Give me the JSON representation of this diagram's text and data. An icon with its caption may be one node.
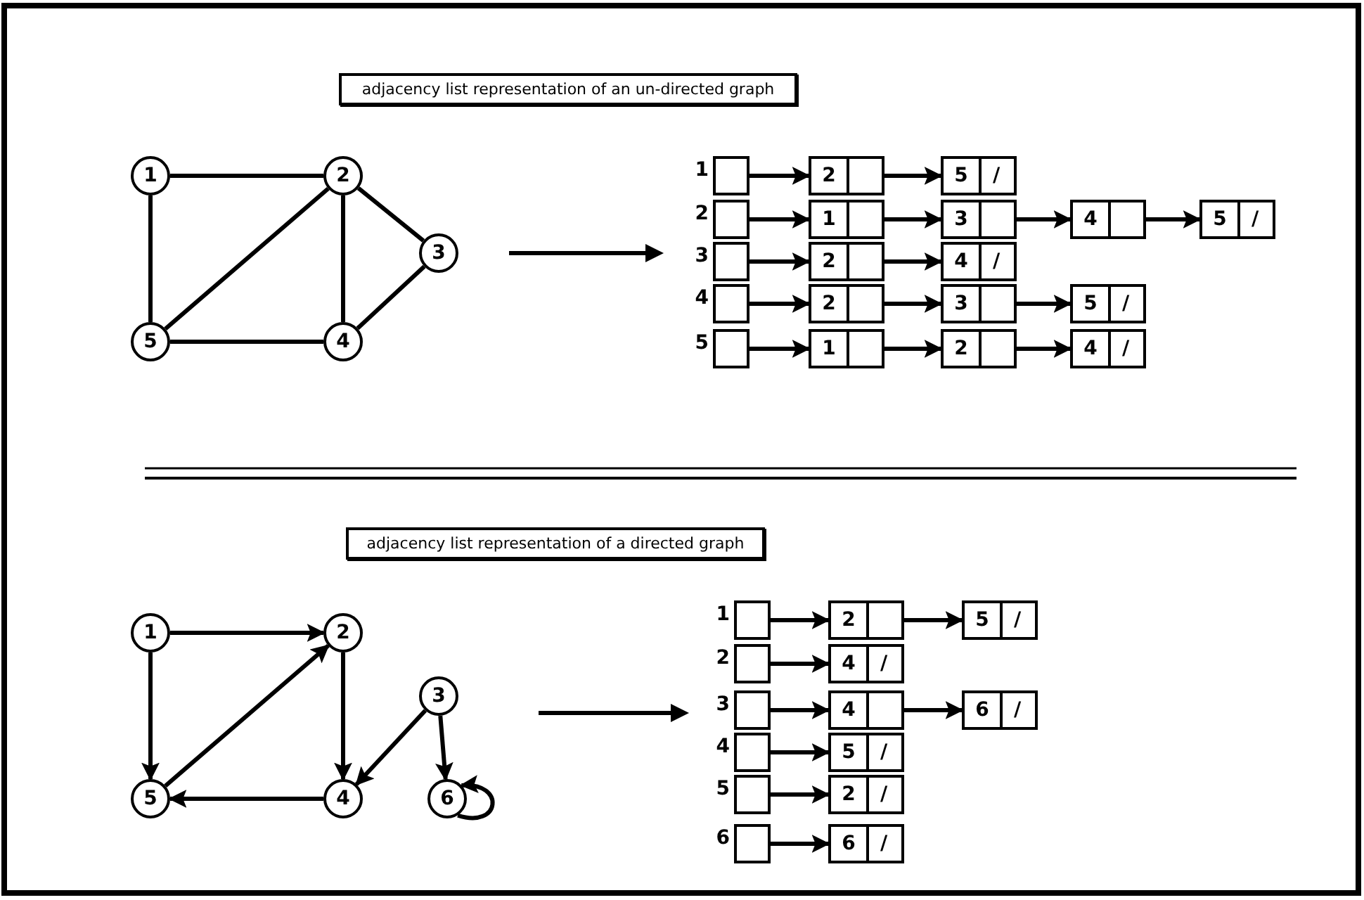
{
  "diagram": {
    "nodes": [
      {
        "text": [
          "adjacency list representation of an un-directed graph"
        ]
      },
      {
        "text": [
          "1"
        ]
      },
      {
        "text": [
          "2"
        ]
      },
      {
        "text": [
          "3"
        ]
      },
      {
        "text": [
          "4"
        ]
      },
      {
        "text": [
          "5"
        ]
      },
      {
        "text": [],
        "shape": "box",
        "beside": [
          "1"
        ]
      },
      {
        "text": [
          "2"
        ]
      },
      {
        "text": [
          "5",
          "/"
        ]
      },
      {
        "text": [],
        "shape": "box",
        "beside": [
          "2"
        ]
      },
      {
        "text": [
          "1"
        ]
      },
      {
        "text": [
          "3"
        ]
      },
      {
        "text": [
          "4"
        ]
      },
      {
        "text": [
          "5",
          "/"
        ]
      },
      {
        "text": [],
        "shape": "box",
        "beside": [
          "3"
        ]
      },
      {
        "text": [
          "2"
        ]
      },
      {
        "text": [
          "4",
          "/"
        ]
      },
      {
        "text": [],
        "shape": "box",
        "beside": [
          "4"
        ]
      },
      {
        "text": [
          "2"
        ]
      },
      {
        "text": [
          "3"
        ]
      },
      {
        "text": [
          "5",
          "/"
        ]
      },
      {
        "text": [],
        "shape": "box",
        "beside": [
          "5"
        ]
      },
      {
        "text": [
          "1"
        ]
      },
      {
        "text": [
          "2"
        ]
      },
      {
        "text": [
          "4",
          "/"
        ]
      },
      {
        "text": [
          "adjacency list representation of a directed graph"
        ]
      },
      {
        "text": [
          "1"
        ]
      },
      {
        "text": [
          "2"
        ]
      },
      {
        "text": [
          "3"
        ]
      },
      {
        "text": [
          "4"
        ]
      },
      {
        "text": [
          "5"
        ]
      },
      {
        "text": [
          "6"
        ]
      },
      {
        "text": [],
        "shape": "box",
        "beside": [
          "1"
        ]
      },
      {
        "text": [
          "2"
        ]
      },
      {
        "text": [
          "5",
          "/"
        ]
      },
      {
        "text": [],
        "shape": "box",
        "beside": [
          "2"
        ]
      },
      {
        "text": [
          "4",
          "/"
        ]
      },
      {
        "text": [],
        "shape": "box",
        "beside": [
          "3"
        ]
      },
      {
        "text": [
          "4"
        ]
      },
      {
        "text": [
          "6",
          "/"
        ]
      },
      {
        "text": [],
        "shape": "box",
        "beside": [
          "4"
        ]
      },
      {
        "text": [
          "5",
          "/"
        ]
      },
      {
        "text": [],
        "shape": "box",
        "beside": [
          "5"
        ]
      },
      {
        "text": [
          "2",
          "/"
        ]
      },
      {
        "text": [],
        "shape": "box",
        "beside": [
          "6"
        ]
      },
      {
        "text": [
          "6",
          "/"
        ]
      }
    ],
    "edges": [
      {
        "from": 1,
        "to": 2,
        "arrow": "none"
      },
      {
        "from": 1,
        "to": 5,
        "arrow": "none"
      },
      {
        "from": 2,
        "to": 5,
        "arrow": "none"
      },
      {
        "from": 2,
        "to": 4,
        "arrow": "none"
      },
      {
        "from": 2,
        "to": 3,
        "arrow": "none"
      },
      {
        "from": 3,
        "to": 4,
        "arrow": "none"
      },
      {
        "from": 5,
        "to": 4,
        "arrow": "none"
      },
      {
        "from": 6,
        "to": 7,
        "arrow": "to"
      },
      {
        "from": 7,
        "to": 8,
        "arrow": "to"
      },
      {
        "from": 9,
        "to": 10,
        "arrow": "to"
      },
      {
        "from": 10,
        "to": 11,
        "arrow": "to"
      },
      {
        "from": 11,
        "to": 12,
        "arrow": "to"
      },
      {
        "from": 12,
        "to": 13,
        "arrow": "to"
      },
      {
        "from": 14,
        "to": 15,
        "arrow": "to"
      },
      {
        "from": 15,
        "to": 16,
        "arrow": "to"
      },
      {
        "from": 17,
        "to": 18,
        "arrow": "to"
      },
      {
        "from": 18,
        "to": 19,
        "arrow": "to"
      },
      {
        "from": 19,
        "to": 20,
        "arrow": "to"
      },
      {
        "from": 21,
        "to": 22,
        "arrow": "to"
      },
      {
        "from": 22,
        "to": 23,
        "arrow": "to"
      },
      {
        "from": 23,
        "to": 24,
        "arrow": "to"
      },
      {
        "from": 26,
        "to": 27,
        "arrow": "to"
      },
      {
        "from": 26,
        "to": 30,
        "arrow": "to"
      },
      {
        "from": 30,
        "to": 27,
        "arrow": "to"
      },
      {
        "from": 27,
        "to": 29,
        "arrow": "to"
      },
      {
        "from": 29,
        "to": 30,
        "arrow": "to"
      },
      {
        "from": 28,
        "to": 29,
        "arrow": "to"
      },
      {
        "from": 28,
        "to": 31,
        "arrow": "to"
      },
      {
        "from": 31,
        "to": 31,
        "arrow": "to"
      },
      {
        "from": 32,
        "to": 33,
        "arrow": "to"
      },
      {
        "from": 33,
        "to": 34,
        "arrow": "to"
      },
      {
        "from": 35,
        "to": 36,
        "arrow": "to"
      },
      {
        "from": 37,
        "to": 38,
        "arrow": "to"
      },
      {
        "from": 38,
        "to": 39,
        "arrow": "to"
      },
      {
        "from": 40,
        "to": 41,
        "arrow": "to"
      },
      {
        "from": 42,
        "to": 43,
        "arrow": "to"
      },
      {
        "from": 44,
        "to": 45,
        "arrow": "to"
      }
    ]
  }
}
